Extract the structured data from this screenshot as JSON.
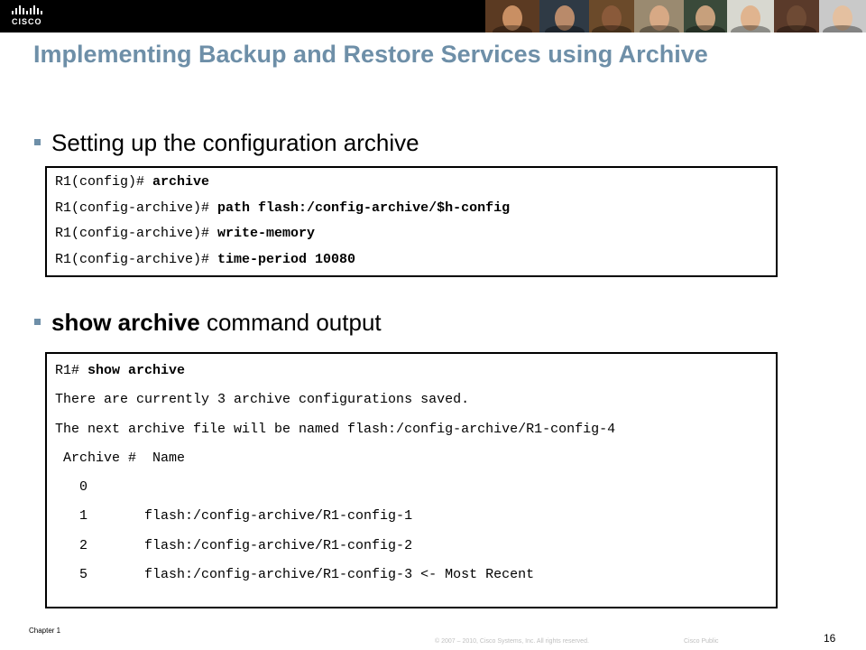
{
  "header": {
    "logo_text": "CISCO",
    "photos": [
      {
        "bg": "#5b3a22",
        "skin": "#c98f63"
      },
      {
        "bg": "#2f3a45",
        "skin": "#b98a6a"
      },
      {
        "bg": "#6b4a2a",
        "skin": "#8a5a3a"
      },
      {
        "bg": "#9a8a70",
        "skin": "#d7a985"
      },
      {
        "bg": "#3a4a3a",
        "skin": "#c7a07c"
      },
      {
        "bg": "#d8d8d0",
        "skin": "#e0b48f"
      },
      {
        "bg": "#5a3a2a",
        "skin": "#6e4a34"
      },
      {
        "bg": "#c9c9c9",
        "skin": "#e4c0a0"
      }
    ]
  },
  "slide": {
    "title": "Implementing Backup and Restore Services using Archive",
    "bullet1": "Setting up the configuration archive",
    "bullet2_bold": "show archive",
    "bullet2_rest": " command output"
  },
  "config_box": [
    {
      "prompt": "R1(config)# ",
      "cmd": "archive"
    },
    {
      "prompt": "R1(config-archive)# ",
      "cmd": "path flash:/config-archive/$h-config"
    },
    {
      "prompt": "R1(config-archive)# ",
      "cmd": "write-memory"
    },
    {
      "prompt": "R1(config-archive)# ",
      "cmd": "time-period 10080"
    }
  ],
  "output_box": {
    "prompt": "R1# ",
    "cmd": "show archive",
    "lines": [
      "There are currently 3 archive configurations saved.",
      "The next archive file will be named flash:/config-archive/R1-config-4",
      " Archive #  Name",
      "   0",
      "   1       flash:/config-archive/R1-config-1",
      "   2       flash:/config-archive/R1-config-2",
      "   5       flash:/config-archive/R1-config-3 <- Most Recent"
    ]
  },
  "footer": {
    "chapter": "Chapter 1",
    "copyright": "© 2007 – 2010, Cisco Systems, Inc. All rights reserved.",
    "classification": "Cisco Public",
    "page_number": "16"
  },
  "colors": {
    "title": "#6e8fa8",
    "bullet_square": "#6e8fa8",
    "top_bar": "#000000"
  }
}
